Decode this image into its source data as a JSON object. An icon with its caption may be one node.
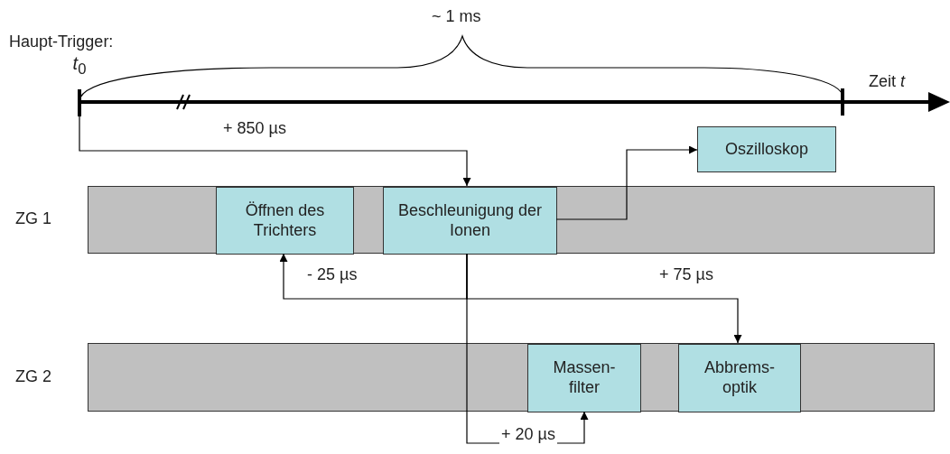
{
  "diagram": {
    "nodes": [
      {
        "text": [
          "*t*$_{0}$"
        ]
      },
      {
        "text": [],
        "shape": "bar",
        "beside": [
          "ZG 1"
        ]
      },
      {
        "text": [
          "Öffnen des Trichters"
        ],
        "in": 1
      },
      {
        "text": [
          "Beschleunigung der Ionen"
        ],
        "in": 1
      },
      {
        "text": [
          "Oszilloskop"
        ]
      },
      {
        "text": [],
        "shape": "bar",
        "beside": [
          "ZG 2"
        ]
      },
      {
        "text": [
          "Massen- filter"
        ],
        "in": 5
      },
      {
        "text": [
          "Abbrems- optik"
        ],
        "in": 5
      }
    ],
    "edges": [
      {
        "from": 0,
        "to": 3,
        "arrow": "to",
        "label": "+ 850 µs"
      },
      {
        "from": 3,
        "to": 4,
        "arrow": "to"
      },
      {
        "from": 3,
        "to": 2,
        "arrow": "to",
        "label": "- 25 µs"
      },
      {
        "from": 3,
        "to": 7,
        "arrow": "to",
        "label": "+ 75 µs"
      },
      {
        "from": 3,
        "to": 6,
        "arrow": "to",
        "label": "+ 20 µs"
      }
    ],
    "labels": [
      "Haupt-Trigger:",
      "~ 1 ms",
      "Zeit *t*"
    ]
  }
}
